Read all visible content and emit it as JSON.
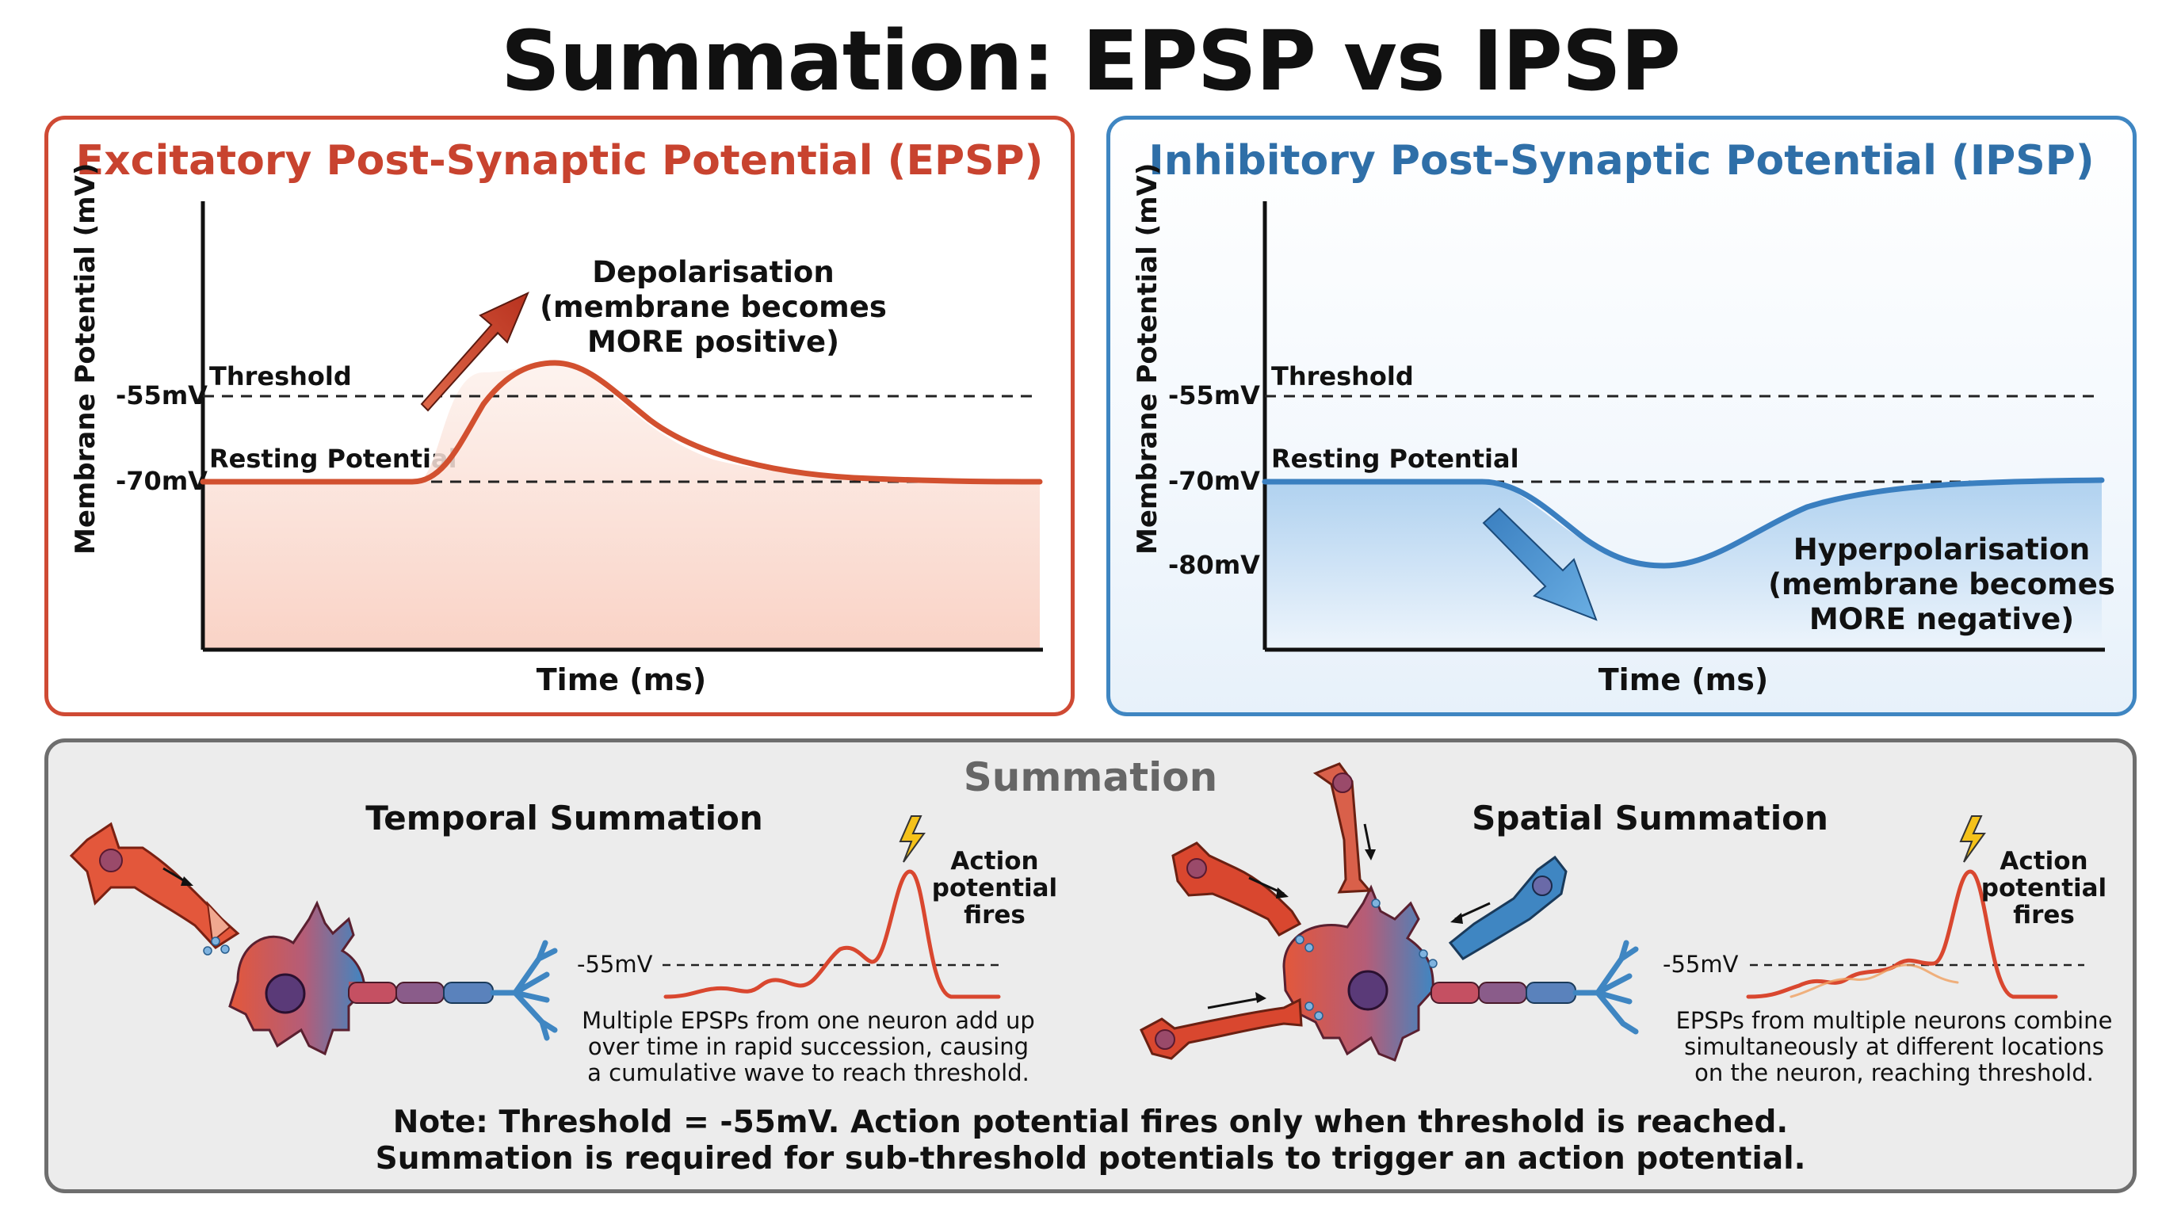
{
  "title": "Summation: EPSP vs IPSP",
  "epsp": {
    "title": "Excitatory Post-Synaptic Potential (EPSP)",
    "y_label": "Membrane Potential (mV)",
    "x_label": "Time (ms)",
    "ticks": [
      "-55mV",
      "-70mV"
    ],
    "threshold_label": "Threshold",
    "resting_label": "Resting Potential",
    "annotation": [
      "Depolarisation",
      "(membrane becomes",
      "MORE positive)"
    ],
    "color": "#cf4a34"
  },
  "ipsp": {
    "title": "Inhibitory Post-Synaptic Potential (IPSP)",
    "y_label": "Membrane Potential (mV)",
    "x_label": "Time (ms)",
    "ticks": [
      "-55mV",
      "-70mV",
      "-80mV"
    ],
    "threshold_label": "Threshold",
    "resting_label": "Resting Potential",
    "annotation": [
      "Hyperpolarisation",
      "(membrane becomes",
      "MORE negative)"
    ],
    "color": "#3f86c2"
  },
  "summation": {
    "title": "Summation",
    "temporal": {
      "title": "Temporal Summation",
      "threshold_tick": "-55mV",
      "fires_label": [
        "Action",
        "potential",
        "fires"
      ],
      "description": [
        "Multiple EPSPs from one neuron add up",
        "over time in rapid succession, causing",
        "a cumulative wave to reach threshold."
      ]
    },
    "spatial": {
      "title": "Spatial Summation",
      "threshold_tick": "-55mV",
      "fires_label": [
        "Action",
        "potential",
        "fires"
      ],
      "description": [
        "EPSPs from multiple neurons combine",
        "simultaneously at different locations",
        "on the neuron, reaching threshold."
      ]
    },
    "note": [
      "Note: Threshold = -55mV. Action potential fires only when threshold is reached.",
      "Summation is required for sub-threshold potentials to trigger an action potential."
    ]
  }
}
